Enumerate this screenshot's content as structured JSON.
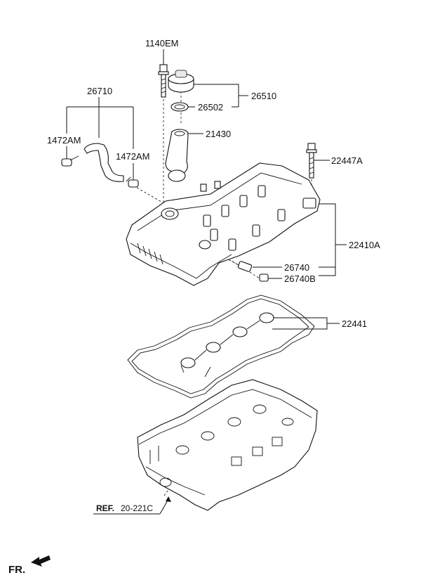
{
  "labels": {
    "bolt_top": "1140EM",
    "hose": "26710",
    "clamp_left": "1472AM",
    "clamp_right": "1472AM",
    "oil_cap": "26510",
    "cap_seal": "26502",
    "filler_neck": "21430",
    "cover_bolt": "22447A",
    "cover_assy": "22410A",
    "pcv_valve": "26740",
    "pcv_grommet": "26740B",
    "gasket": "22441"
  },
  "reference": {
    "prefix": "REF.",
    "code": "20-221C"
  },
  "direction": {
    "text": "FR."
  }
}
